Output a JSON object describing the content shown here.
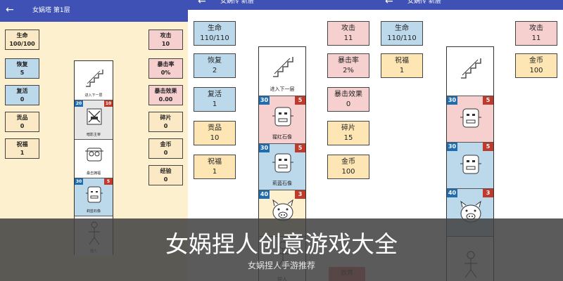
{
  "panel1": {
    "title": "女娲塔 第1层",
    "left_stats": [
      {
        "label": "生命",
        "value": "100/100"
      },
      {
        "label": "恢复",
        "value": "5"
      },
      {
        "label": "复活",
        "value": "0"
      },
      {
        "label": "贡品",
        "value": "0"
      },
      {
        "label": "祝福",
        "value": "1"
      }
    ],
    "right_stats": [
      {
        "label": "攻击",
        "value": "10"
      },
      {
        "label": "暴击率",
        "value": "0%"
      },
      {
        "label": "暴击效果",
        "value": "0.00"
      },
      {
        "label": "碎片",
        "value": "0"
      },
      {
        "label": "金币",
        "value": "0"
      },
      {
        "label": "经验",
        "value": "0"
      }
    ],
    "tower": [
      {
        "name": "进入下一层"
      },
      {
        "name": "暗影主宰",
        "left": "20",
        "right": "10"
      },
      {
        "name": "桑击拥福"
      },
      {
        "name": "莉蓝石像",
        "left": "30",
        "right": "5"
      },
      {
        "name": "捏人"
      }
    ]
  },
  "panel2": {
    "title": "女娲传 新层",
    "left_stats": [
      {
        "label": "生命",
        "value": "110/110"
      },
      {
        "label": "恢复",
        "value": "2"
      },
      {
        "label": "复活",
        "value": "1"
      },
      {
        "label": "贡品",
        "value": "10"
      },
      {
        "label": "祝福",
        "value": "1"
      }
    ],
    "right_stats": [
      {
        "label": "攻击",
        "value": "11"
      },
      {
        "label": "暴击率",
        "value": "2%"
      },
      {
        "label": "暴击效果",
        "value": "0"
      },
      {
        "label": "碎片",
        "value": "15"
      },
      {
        "label": "金币",
        "value": "100"
      }
    ],
    "tower": [
      {
        "name": "进入下一层"
      },
      {
        "name": "猩红石像",
        "left": "30",
        "right": "5"
      },
      {
        "name": "莉蓝石像",
        "left": "30",
        "right": "5"
      },
      {
        "name": "",
        "left": "40",
        "right": "3"
      },
      {
        "name": "捏人"
      }
    ],
    "quit_label": "放弃"
  },
  "panel3": {
    "title": "女娲传 新层",
    "left_stats": [
      {
        "label": "生命",
        "value": "110/110"
      },
      {
        "label": "祝福",
        "value": "1"
      }
    ],
    "right_stats": [
      {
        "label": "攻击",
        "value": "11"
      },
      {
        "label": "金币",
        "value": "100"
      }
    ],
    "tower": [
      {
        "name": ""
      },
      {
        "name": "",
        "left": "30",
        "right": "5"
      },
      {
        "name": "",
        "left": "30",
        "right": "5"
      },
      {
        "name": "",
        "left": "40",
        "right": "3"
      },
      {
        "name": ""
      }
    ]
  },
  "overlay": {
    "title": "女娲捏人创意游戏大全",
    "subtitle": "女娲捏人手游推荐"
  },
  "icons": {
    "back": "arrow-left-icon"
  },
  "colors": {
    "appbar": "#3f51b5",
    "blue_tag": "#1e6db0",
    "red_tag": "#c0392b",
    "quit": "#e76e6e"
  }
}
